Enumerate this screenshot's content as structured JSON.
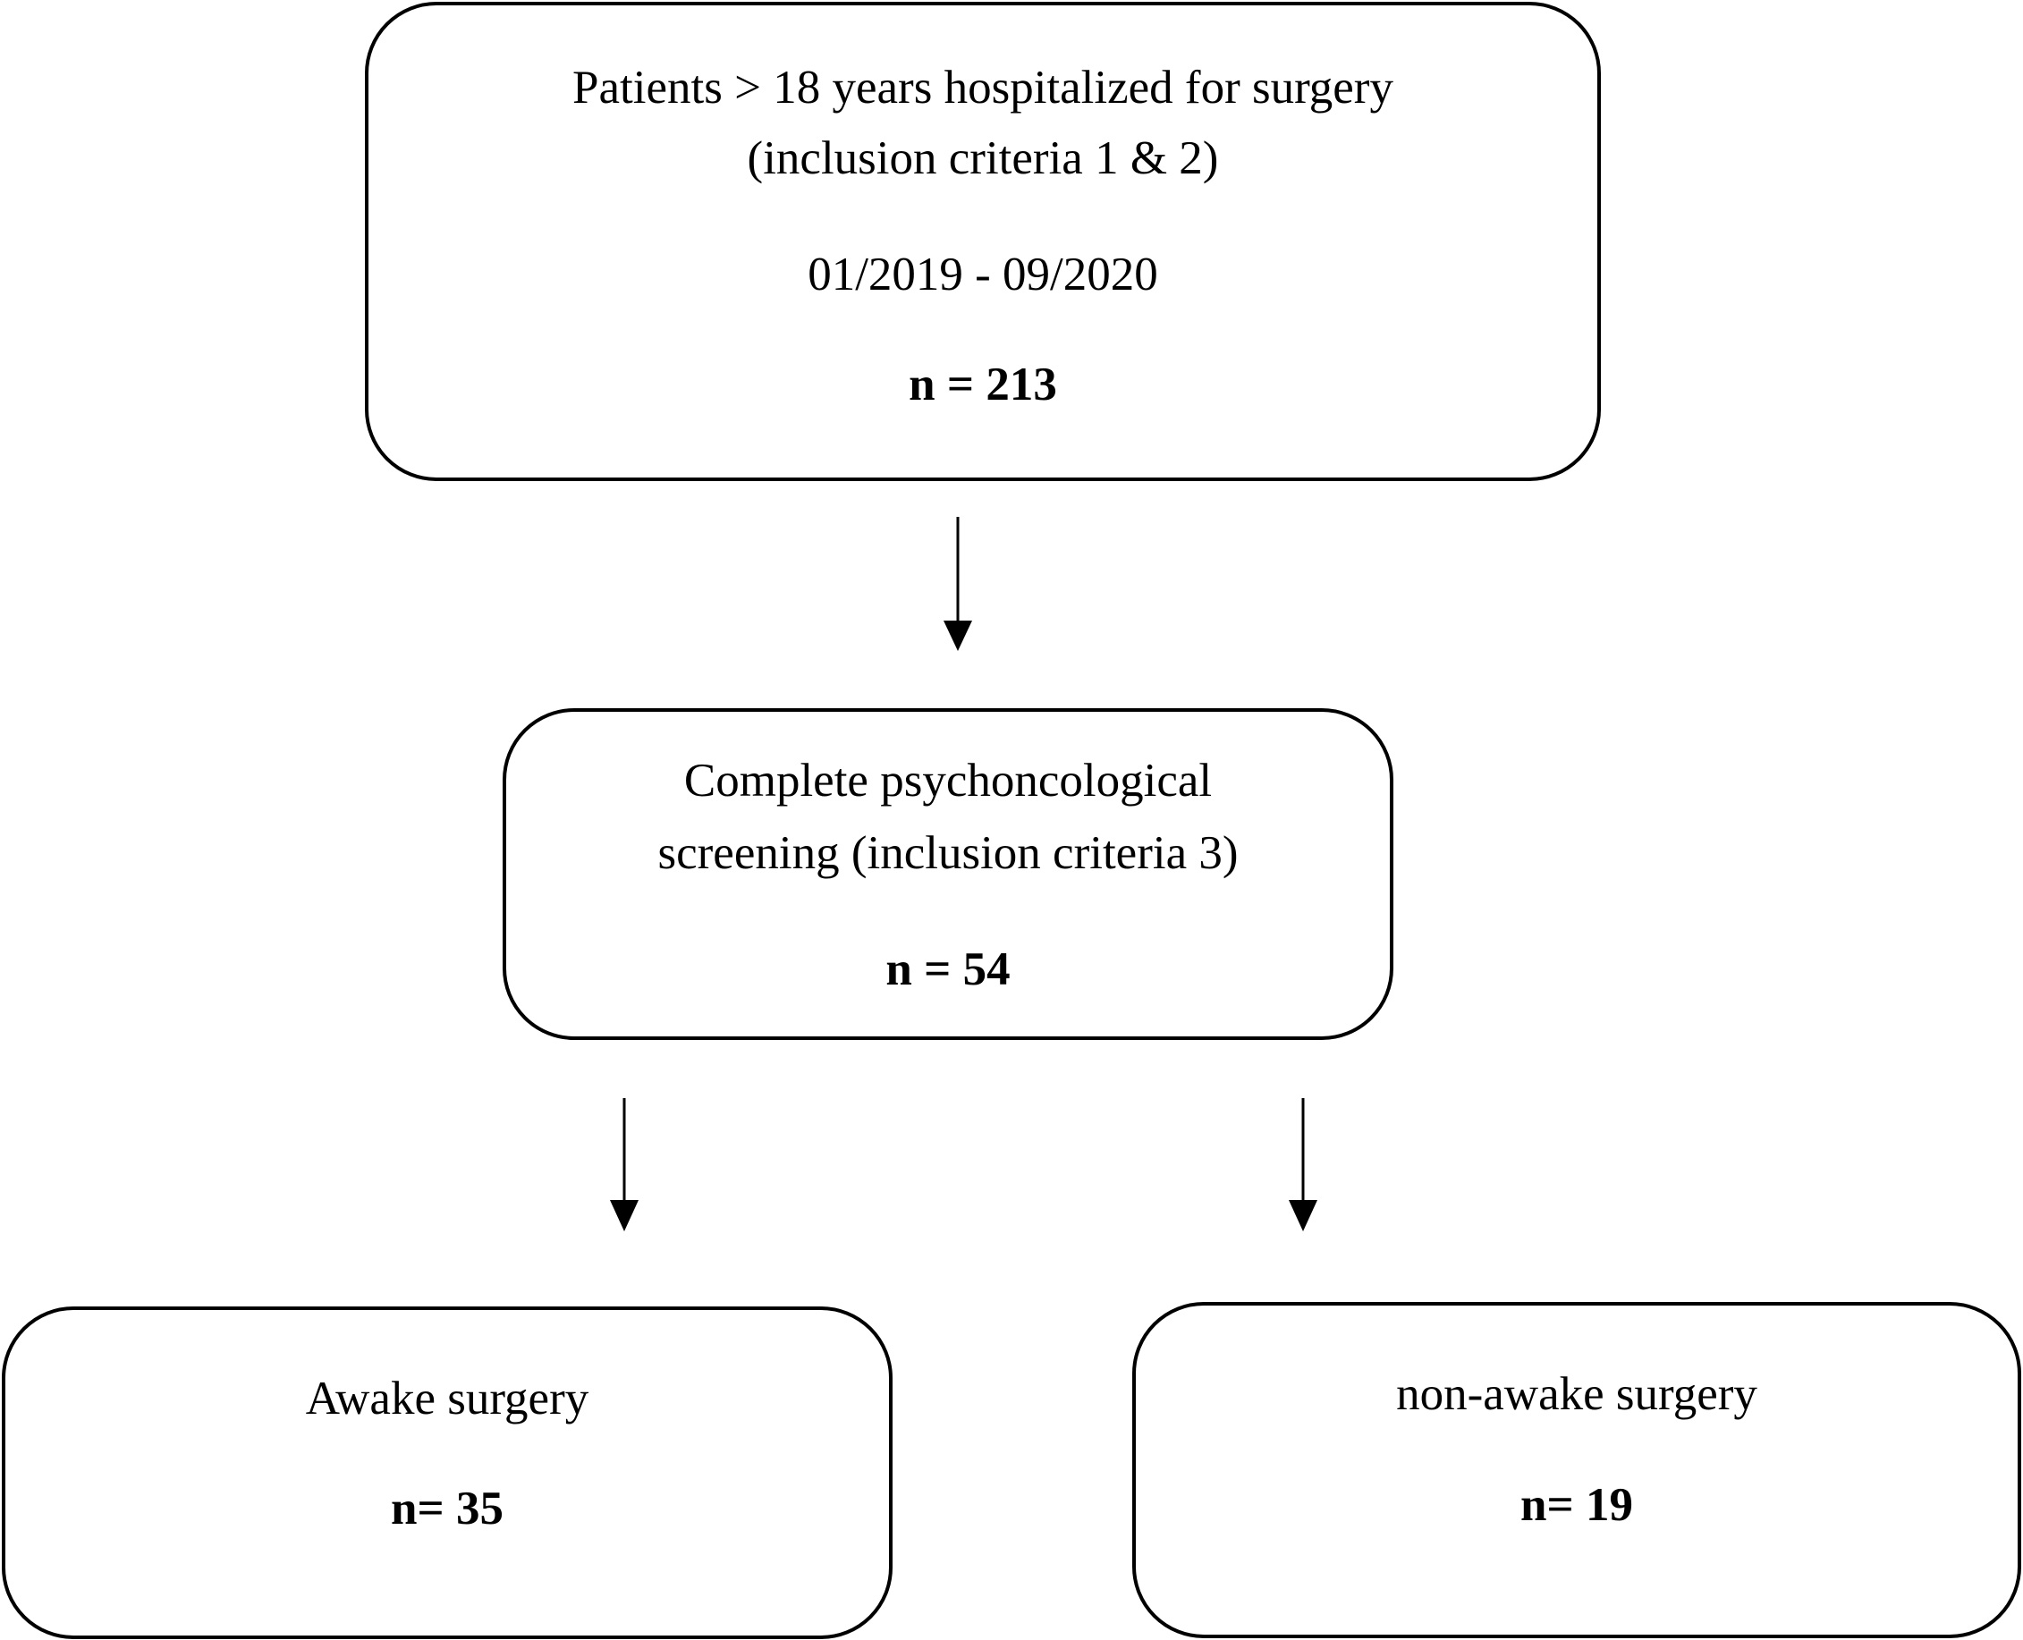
{
  "nodes": {
    "top": {
      "line1": "Patients > 18 years hospitalized for surgery",
      "line2": "(inclusion criteria 1 & 2)",
      "period": "01/2019 - 09/2020",
      "count": "n = 213"
    },
    "middle": {
      "line1": "Complete psychoncological",
      "line2": "screening (inclusion criteria 3)",
      "count": "n = 54"
    },
    "left": {
      "label": "Awake surgery",
      "count": "n= 35"
    },
    "right": {
      "label": "non-awake surgery",
      "count": "n= 19"
    }
  },
  "edges": [
    {
      "from": "top",
      "to": "middle"
    },
    {
      "from": "middle",
      "to": "left"
    },
    {
      "from": "middle",
      "to": "right"
    }
  ],
  "colors": {
    "stroke": "#000000",
    "background": "#ffffff"
  }
}
